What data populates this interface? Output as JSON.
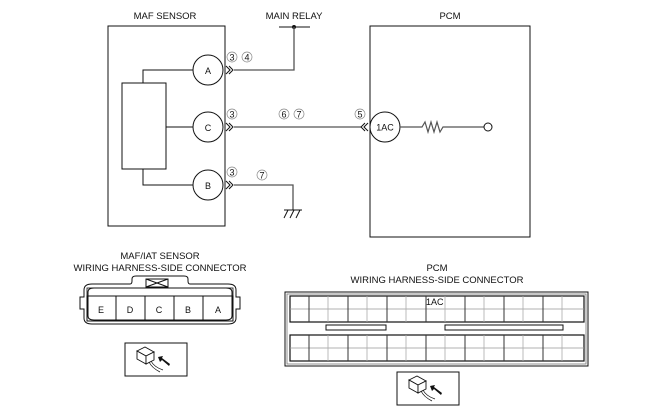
{
  "diagram": {
    "maf_sensor": {
      "title": "MAF SENSOR",
      "terminals": [
        {
          "id": "A",
          "label": "A",
          "notes": [
            "3",
            "4"
          ]
        },
        {
          "id": "C",
          "label": "C",
          "notes": [
            "3"
          ]
        },
        {
          "id": "B",
          "label": "B",
          "notes": [
            "3"
          ]
        }
      ]
    },
    "main_relay": {
      "label": "MAIN RELAY"
    },
    "pcm": {
      "title": "PCM",
      "terminal": {
        "label": "1AC",
        "note": "5"
      }
    },
    "wire_notes": {
      "c_to_pcm": [
        "6",
        "7"
      ],
      "b_to_ground": [
        "7"
      ]
    },
    "maf_connector": {
      "title_line1": "MAF/IAT SENSOR",
      "title_line2": "WIRING HARNESS-SIDE CONNECTOR",
      "pins": [
        "E",
        "D",
        "C",
        "B",
        "A"
      ]
    },
    "pcm_connector": {
      "title_line1": "PCM",
      "title_line2": "WIRING HARNESS-SIDE CONNECTOR",
      "highlight_pin": "1AC"
    }
  }
}
